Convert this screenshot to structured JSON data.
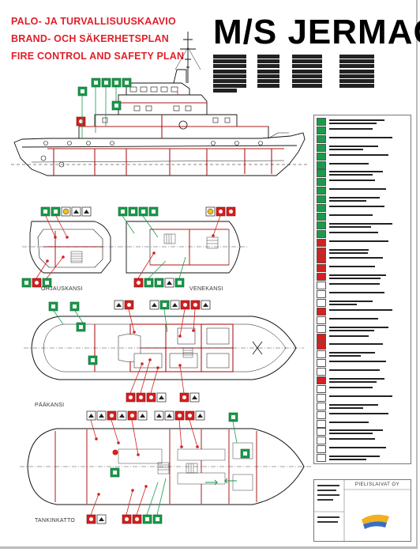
{
  "titles": [
    "PALO- JA TURVALLISUUSKAAVIO",
    "BRAND- OCH SÄKERHETSPLAN",
    "FIRE CONTROL AND SAFETY PLAN"
  ],
  "ship_name": "M/S JERMAC",
  "deck_labels": {
    "ohjauskansi": "OHJAUSKANSI",
    "venekansi": "VENEKANSI",
    "paakansi": "PÄÄKANSI",
    "tankinkatto": "TANKINKATTO"
  },
  "company": "PIELISLAIVAT OY",
  "logo_text": "",
  "colors": {
    "title_red": "#e0202a",
    "safety_green": "#1a9a4a",
    "fire_red": "#d42020",
    "hull_red": "#b01818",
    "line": "#111111"
  },
  "legend_symbol_colors": [
    "green",
    "green",
    "green",
    "green",
    "green",
    "green",
    "green",
    "green",
    "green",
    "green",
    "green",
    "green",
    "green",
    "green",
    "red",
    "red",
    "red",
    "red",
    "red",
    "white",
    "white",
    "white",
    "red",
    "white",
    "white",
    "red",
    "red",
    "white",
    "white",
    "white",
    "red",
    "white",
    "white",
    "white",
    "white",
    "white",
    "white",
    "white",
    "white",
    "white"
  ],
  "icons": [
    "life-ring-icon",
    "fire-extinguisher-icon",
    "first-aid-icon",
    "escape-route-icon",
    "fire-hose-icon",
    "smoke-detector-icon"
  ]
}
